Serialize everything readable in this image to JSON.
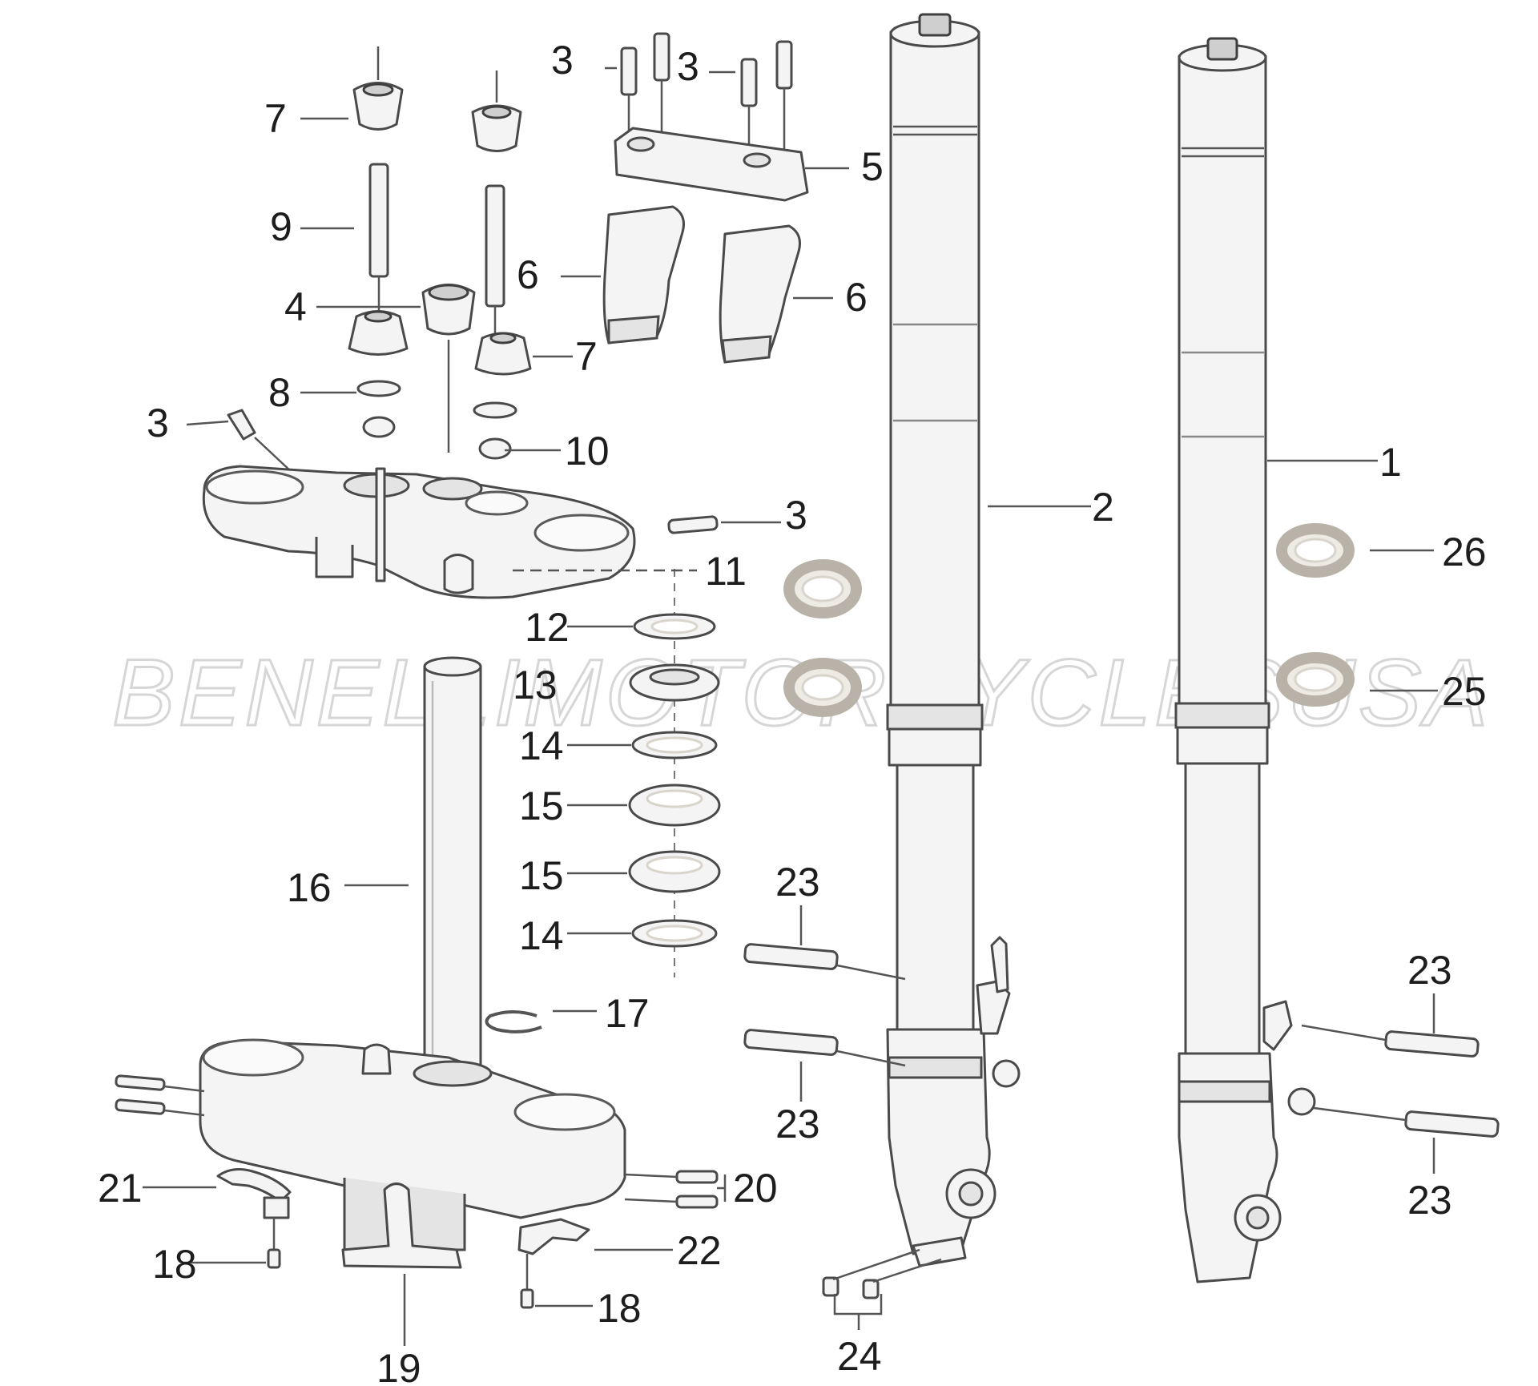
{
  "watermark": "BENELLIMOTORCYCLESUSA",
  "callouts": {
    "c1": "1",
    "c2": "2",
    "c3a": "3",
    "c3b": "3",
    "c3c": "3",
    "c3d": "3",
    "c4": "4",
    "c5": "5",
    "c6a": "6",
    "c6b": "6",
    "c7a": "7",
    "c7b": "7",
    "c8": "8",
    "c9": "9",
    "c10": "10",
    "c11": "11",
    "c12": "12",
    "c13": "13",
    "c14a": "14",
    "c14b": "14",
    "c15a": "15",
    "c15b": "15",
    "c16": "16",
    "c17": "17",
    "c18a": "18",
    "c18b": "18",
    "c19": "19",
    "c20": "20",
    "c21": "21",
    "c22": "22",
    "c23a": "23",
    "c23b": "23",
    "c23c": "23",
    "c23d": "23",
    "c24": "24",
    "c25": "25",
    "c26": "26"
  }
}
